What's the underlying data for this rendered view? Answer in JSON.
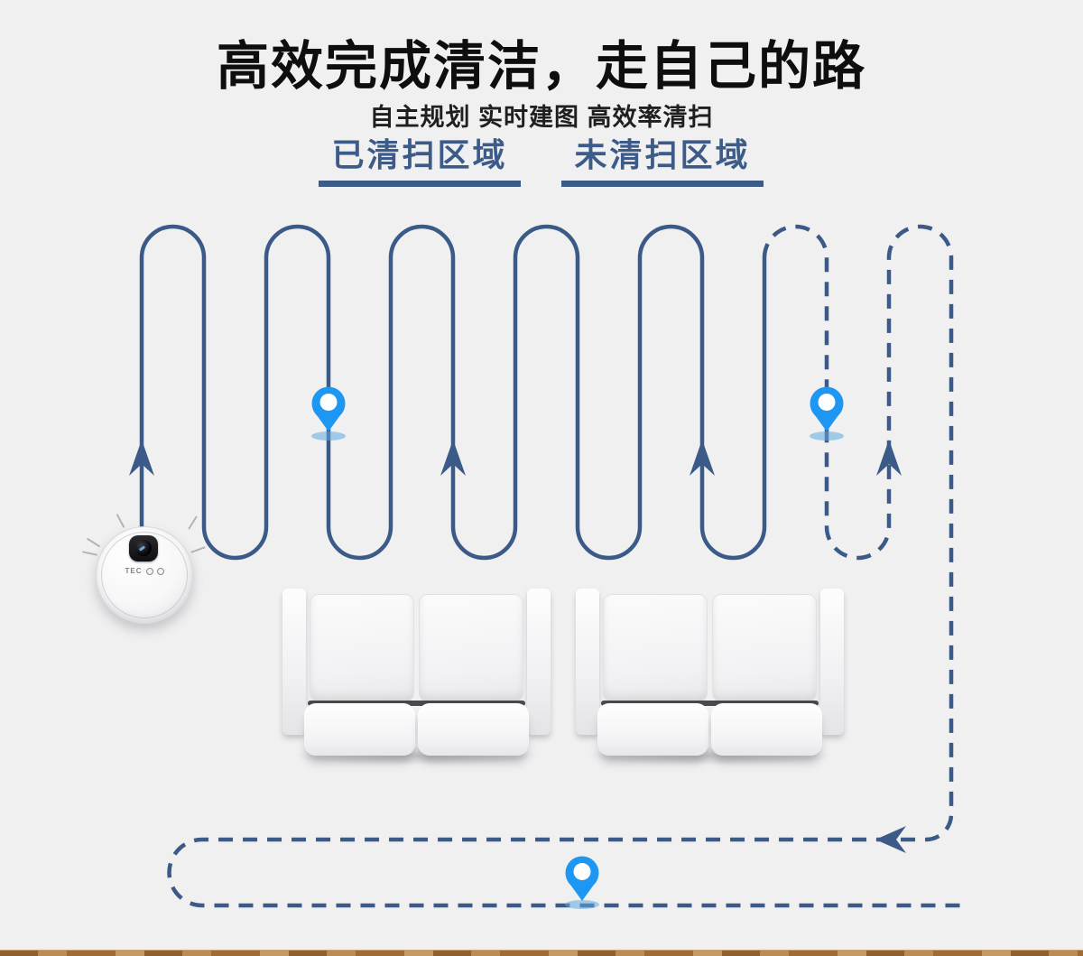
{
  "header": {
    "title": "高效完成清洁，走自己的路",
    "subtitle": "自主规划 实时建图 高效率清扫"
  },
  "legend": {
    "cleaned_label": "已清扫区域",
    "uncleaned_label": "未清扫区域"
  },
  "robot": {
    "brand": "TEC"
  },
  "colors": {
    "bg": "#f0f0f1",
    "path-blue": "#3b5a88",
    "pin-blue": "#1e97f3",
    "pin-shadow": "#5fa9e0",
    "legend-blue": "#3c5b88",
    "title-color": "#0e0e0e",
    "subtitle-color": "#1f1f1f",
    "floor-brown": "#a97a44"
  }
}
